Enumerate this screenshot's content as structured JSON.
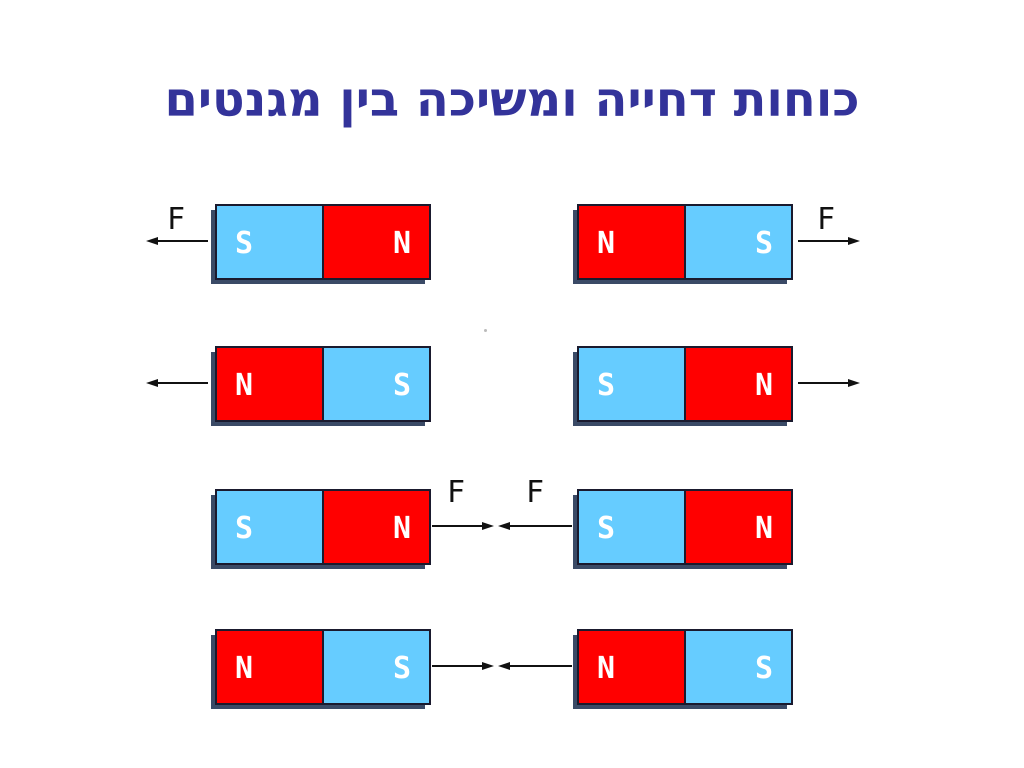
{
  "title": "כוחות דחייה ומשיכה בין מגנטים",
  "colors": {
    "north": "#ff0000",
    "south": "#66ccff",
    "title": "#33339a",
    "arrow": "#111111"
  },
  "rows": [
    {
      "name": "repulsion-s-facing",
      "magnets": [
        [
          "S",
          "N"
        ],
        [
          "N",
          "S"
        ]
      ],
      "arrows": {
        "outer_left": "away",
        "outer_right": "away"
      },
      "labels": {
        "outer_left": "F",
        "outer_right": "F"
      }
    },
    {
      "name": "repulsion-n-facing",
      "magnets": [
        [
          "N",
          "S"
        ],
        [
          "S",
          "N"
        ]
      ],
      "arrows": {
        "outer_left": "away",
        "outer_right": "away"
      }
    },
    {
      "name": "attraction-n-s",
      "magnets": [
        [
          "S",
          "N"
        ],
        [
          "S",
          "N"
        ]
      ],
      "arrows": {
        "inner_left": "toward",
        "inner_right": "toward"
      },
      "labels": {
        "inner_left": "F",
        "inner_right": "F"
      }
    },
    {
      "name": "attraction-s-n",
      "magnets": [
        [
          "N",
          "S"
        ],
        [
          "N",
          "S"
        ]
      ],
      "arrows": {
        "inner_left": "toward",
        "inner_right": "toward"
      }
    }
  ]
}
